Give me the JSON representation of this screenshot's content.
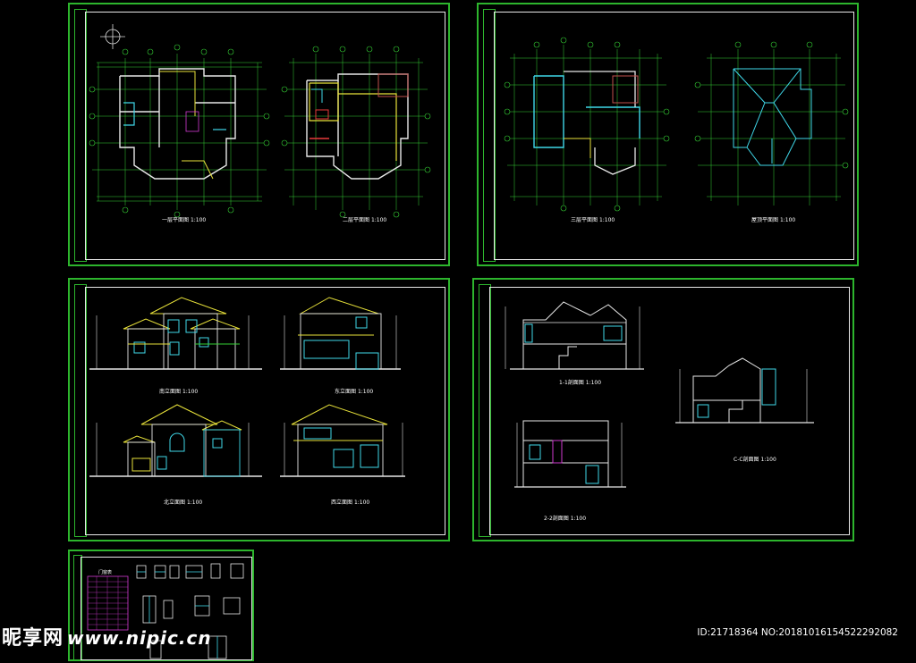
{
  "sheets": {
    "floor_plans_1": {
      "captions": {
        "first_floor": "一层平面图",
        "second_floor": "二层平面图",
        "scale": "1:100"
      }
    },
    "floor_plans_2": {
      "captions": {
        "third_floor": "三层平面图",
        "roof": "屋顶平面图",
        "scale": "1:100"
      }
    },
    "elevations": {
      "captions": {
        "south": "南立面图",
        "east": "东立面图",
        "north": "北立面图",
        "west": "西立面图",
        "scale": "1:100"
      }
    },
    "sections": {
      "captions": {
        "a": "1-1剖面图",
        "b": "2-2剖面图",
        "c": "C-C剖面图",
        "scale": "1:100"
      }
    },
    "details": {
      "table_title": "门窗表"
    }
  },
  "watermark": {
    "logo": "昵享网",
    "site": "www.nipic.cn",
    "id_text": "ID:21718364 NO:20181016154522292082"
  },
  "colors": {
    "background": "#000000",
    "frame_green": "#2db52d",
    "border_white": "#e8e8e8",
    "wall_yellow": "#e8e23a",
    "wall_cyan": "#3fd7e8",
    "line_green": "#35d135",
    "dim_white": "#dcdcdc",
    "accent_magenta": "#d13ad1",
    "accent_red": "#e83a3a"
  }
}
